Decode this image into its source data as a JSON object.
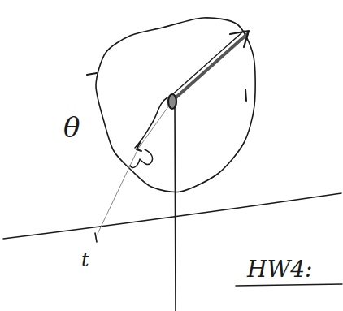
{
  "diagram": {
    "labels": [
      "θ",
      "t",
      "HW4:"
    ]
  }
}
